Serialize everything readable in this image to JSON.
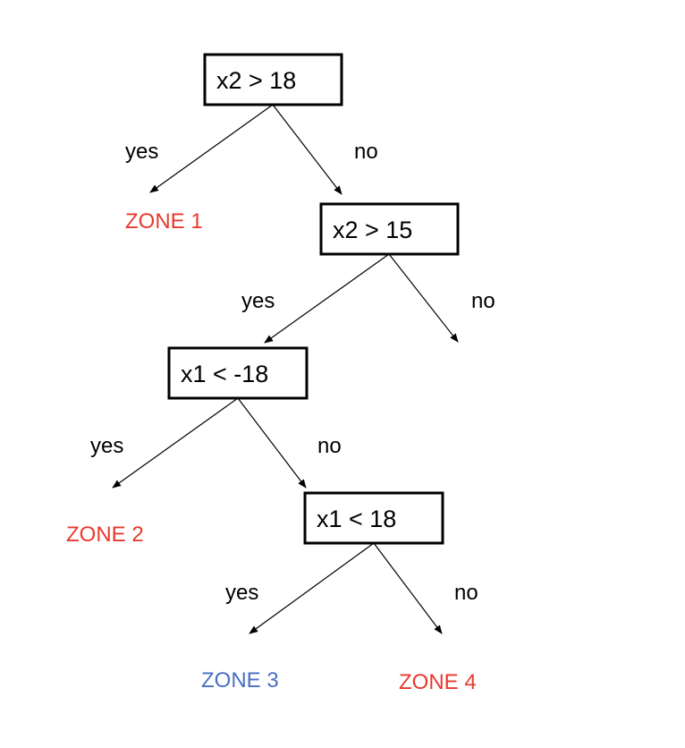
{
  "nodes": [
    {
      "label": "x2 > 18"
    },
    {
      "label": "x2 > 15"
    },
    {
      "label": "x1 < -18"
    },
    {
      "label": "x1 < 18"
    }
  ],
  "edge_labels": {
    "yes": "yes",
    "no": "no"
  },
  "leaves": [
    {
      "label": "ZONE 1",
      "color": "#e8392e"
    },
    {
      "label": "ZONE 2",
      "color": "#e8392e"
    },
    {
      "label": "ZONE 3",
      "color": "#4a6fc2"
    },
    {
      "label": "ZONE 4",
      "color": "#e8392e"
    }
  ]
}
